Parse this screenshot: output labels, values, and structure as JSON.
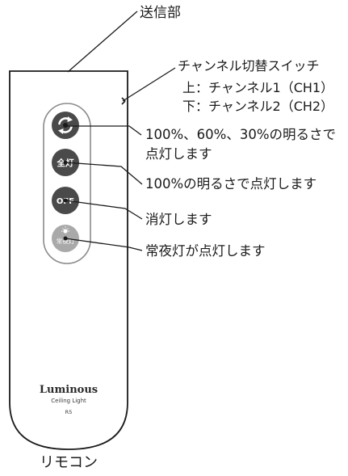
{
  "labels": {
    "transmitter": "送信部",
    "channel_switch": "チャンネル切替スイッチ",
    "channel_up": "上：チャンネル1（CH1）",
    "channel_down": "下：チャンネル2（CH2）",
    "button1_line1": "100%、60%、30%の明るさで",
    "button1_line2": "点灯します",
    "button2": "100%の明るさで点灯します",
    "button3": "消灯します",
    "button4": "常夜灯が点灯します",
    "remote_name": "リモコン"
  },
  "remote": {
    "brand": "Luminous",
    "subtitle": "Ceiling Light",
    "model": "R5",
    "buttons": [
      {
        "name": "cycle-button",
        "icon": "cycle-arrows-icon",
        "text": ""
      },
      {
        "name": "full-light-button",
        "icon": "",
        "text": "全灯"
      },
      {
        "name": "off-button",
        "icon": "",
        "text": "OFF"
      },
      {
        "name": "night-light-button",
        "icon": "bulb-icon",
        "text": "常夜灯"
      }
    ]
  },
  "colors": {
    "button_dark": "#4a4a4a",
    "button_light": "#a9a9a9",
    "outline": "#1a1a1a"
  }
}
